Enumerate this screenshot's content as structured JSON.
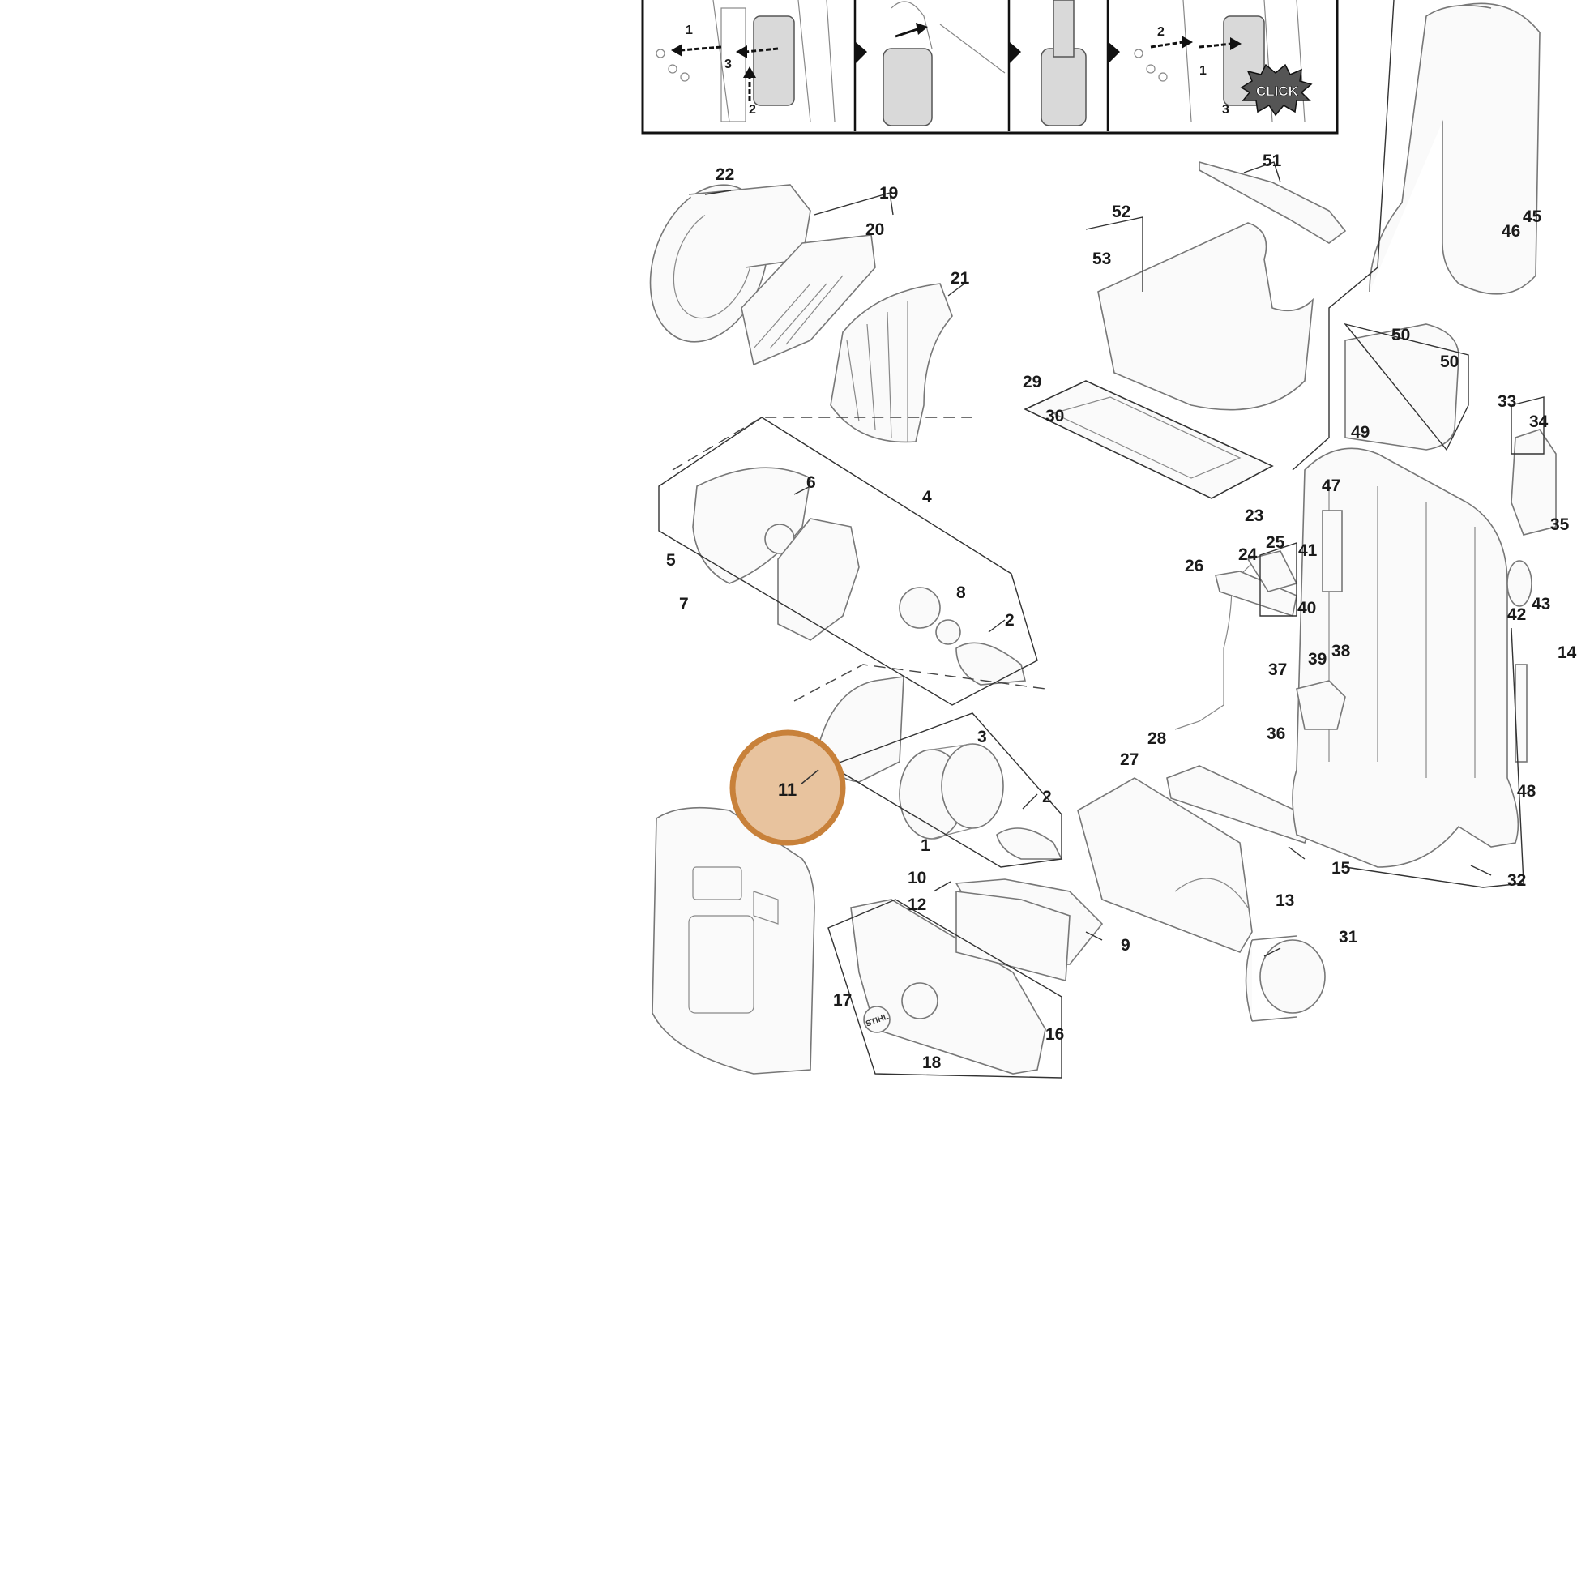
{
  "diagram": {
    "callouts": [
      {
        "id": "c22",
        "text": "22"
      },
      {
        "id": "c19",
        "text": "19"
      },
      {
        "id": "c20",
        "text": "20"
      },
      {
        "id": "c21",
        "text": "21"
      },
      {
        "id": "c6",
        "text": "6"
      },
      {
        "id": "c4",
        "text": "4"
      },
      {
        "id": "c5",
        "text": "5"
      },
      {
        "id": "c7",
        "text": "7"
      },
      {
        "id": "c8",
        "text": "8"
      },
      {
        "id": "c2a",
        "text": "2"
      },
      {
        "id": "c3",
        "text": "3"
      },
      {
        "id": "c2b",
        "text": "2"
      },
      {
        "id": "c1",
        "text": "1"
      },
      {
        "id": "c10",
        "text": "10"
      },
      {
        "id": "c12",
        "text": "12"
      },
      {
        "id": "c9",
        "text": "9"
      },
      {
        "id": "c17",
        "text": "17"
      },
      {
        "id": "c16",
        "text": "16"
      },
      {
        "id": "c18",
        "text": "18"
      },
      {
        "id": "c13",
        "text": "13"
      },
      {
        "id": "c15",
        "text": "15"
      },
      {
        "id": "c31",
        "text": "31"
      },
      {
        "id": "c27",
        "text": "27"
      },
      {
        "id": "c28",
        "text": "28"
      },
      {
        "id": "c36",
        "text": "36"
      },
      {
        "id": "c37",
        "text": "37"
      },
      {
        "id": "c39",
        "text": "39"
      },
      {
        "id": "c38",
        "text": "38"
      },
      {
        "id": "c40",
        "text": "40"
      },
      {
        "id": "c41",
        "text": "41"
      },
      {
        "id": "c47",
        "text": "47"
      },
      {
        "id": "c26",
        "text": "26"
      },
      {
        "id": "c24",
        "text": "24"
      },
      {
        "id": "c23",
        "text": "23"
      },
      {
        "id": "c25",
        "text": "25"
      },
      {
        "id": "c29",
        "text": "29"
      },
      {
        "id": "c30",
        "text": "30"
      },
      {
        "id": "c53",
        "text": "53"
      },
      {
        "id": "c52",
        "text": "52"
      },
      {
        "id": "c51",
        "text": "51"
      },
      {
        "id": "c49",
        "text": "49"
      },
      {
        "id": "c50a",
        "text": "50"
      },
      {
        "id": "c50b",
        "text": "50"
      },
      {
        "id": "c46",
        "text": "46"
      },
      {
        "id": "c45",
        "text": "45"
      },
      {
        "id": "c33",
        "text": "33"
      },
      {
        "id": "c34",
        "text": "34"
      },
      {
        "id": "c35",
        "text": "35"
      },
      {
        "id": "c42",
        "text": "42"
      },
      {
        "id": "c43",
        "text": "43"
      },
      {
        "id": "c14",
        "text": "14"
      },
      {
        "id": "c48",
        "text": "48"
      },
      {
        "id": "c32",
        "text": "32"
      }
    ],
    "highlight": {
      "text": "11",
      "fill": "#e8c39e",
      "stroke": "#c8813a"
    },
    "inset_steps": [
      {
        "id": "s1",
        "text": "1"
      },
      {
        "id": "s3",
        "text": "3"
      },
      {
        "id": "s2",
        "text": "2"
      },
      {
        "id": "s2r",
        "text": "2"
      },
      {
        "id": "s1r",
        "text": "1"
      },
      {
        "id": "s3r",
        "text": "3"
      }
    ],
    "click_badge": "CLICK",
    "brand_mark": "STIHL"
  }
}
